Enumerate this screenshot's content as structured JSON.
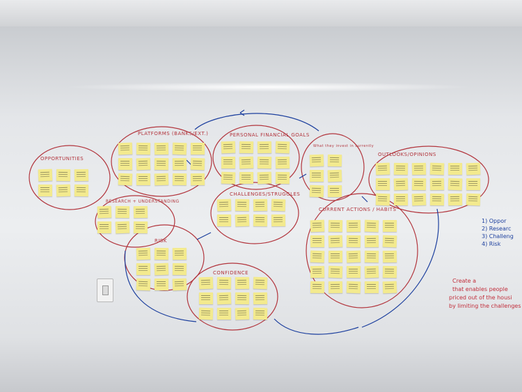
{
  "colors": {
    "marker_red": "#b2353d",
    "marker_blue": "#1c3f9e",
    "sticky": "#f3ea8e"
  },
  "clusters": [
    {
      "name": "opportunities",
      "label": "OPPORTUNITIES"
    },
    {
      "name": "platforms",
      "label": "PLATFORMS (BANKS/EXT.)"
    },
    {
      "name": "personal-financial-goals",
      "label": "PERSONAL FINANCIAL GOALS"
    },
    {
      "name": "what-they-invest-in",
      "label": "What they invest in currently"
    },
    {
      "name": "outlooks-opinions",
      "label": "OUTLOOKS/OPINIONS"
    },
    {
      "name": "research-understanding",
      "label": "RESEARCH + UNDERSTANDING"
    },
    {
      "name": "challenges-struggles",
      "label": "CHALLENGES/STRUGGLES"
    },
    {
      "name": "current-actions-habits",
      "label": "CURRENT ACTIONS / HABITS"
    },
    {
      "name": "risk",
      "label": "RISK"
    },
    {
      "name": "confidence",
      "label": "CONFIDENCE"
    }
  ],
  "side_list": {
    "text": "1) Oppor\n2) Researc\n3) Challeng\n4) Risk"
  },
  "side_statement": {
    "line1": "Create a",
    "line2": "that enables people",
    "line3": "priced out of the housi",
    "line4": "by limiting the challenges"
  }
}
